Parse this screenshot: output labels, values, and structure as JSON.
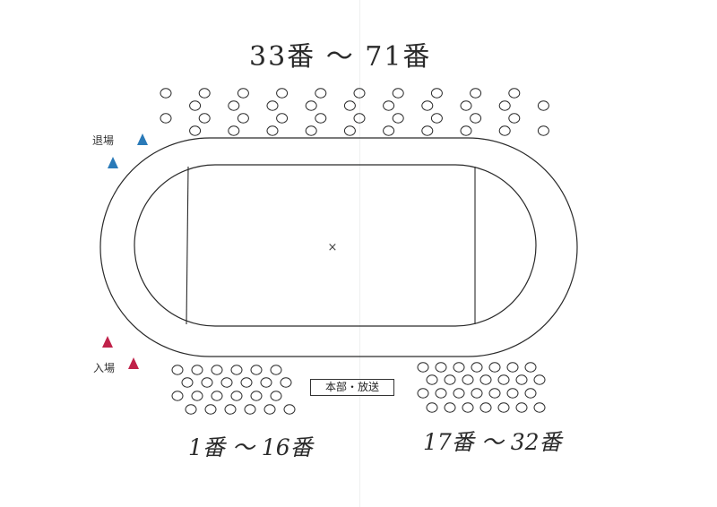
{
  "titles": {
    "top": "33番 〜 71番",
    "bottom_left": "1番 〜 16番",
    "bottom_right": "17番 〜 32番"
  },
  "labels": {
    "exit": "退場",
    "entry": "入場",
    "headquarters": "本部・放送"
  },
  "colors": {
    "exit_marker": "#2a7ab8",
    "entry_marker": "#c0224a",
    "line": "#2a2a2a"
  },
  "field_center_mark": "×"
}
